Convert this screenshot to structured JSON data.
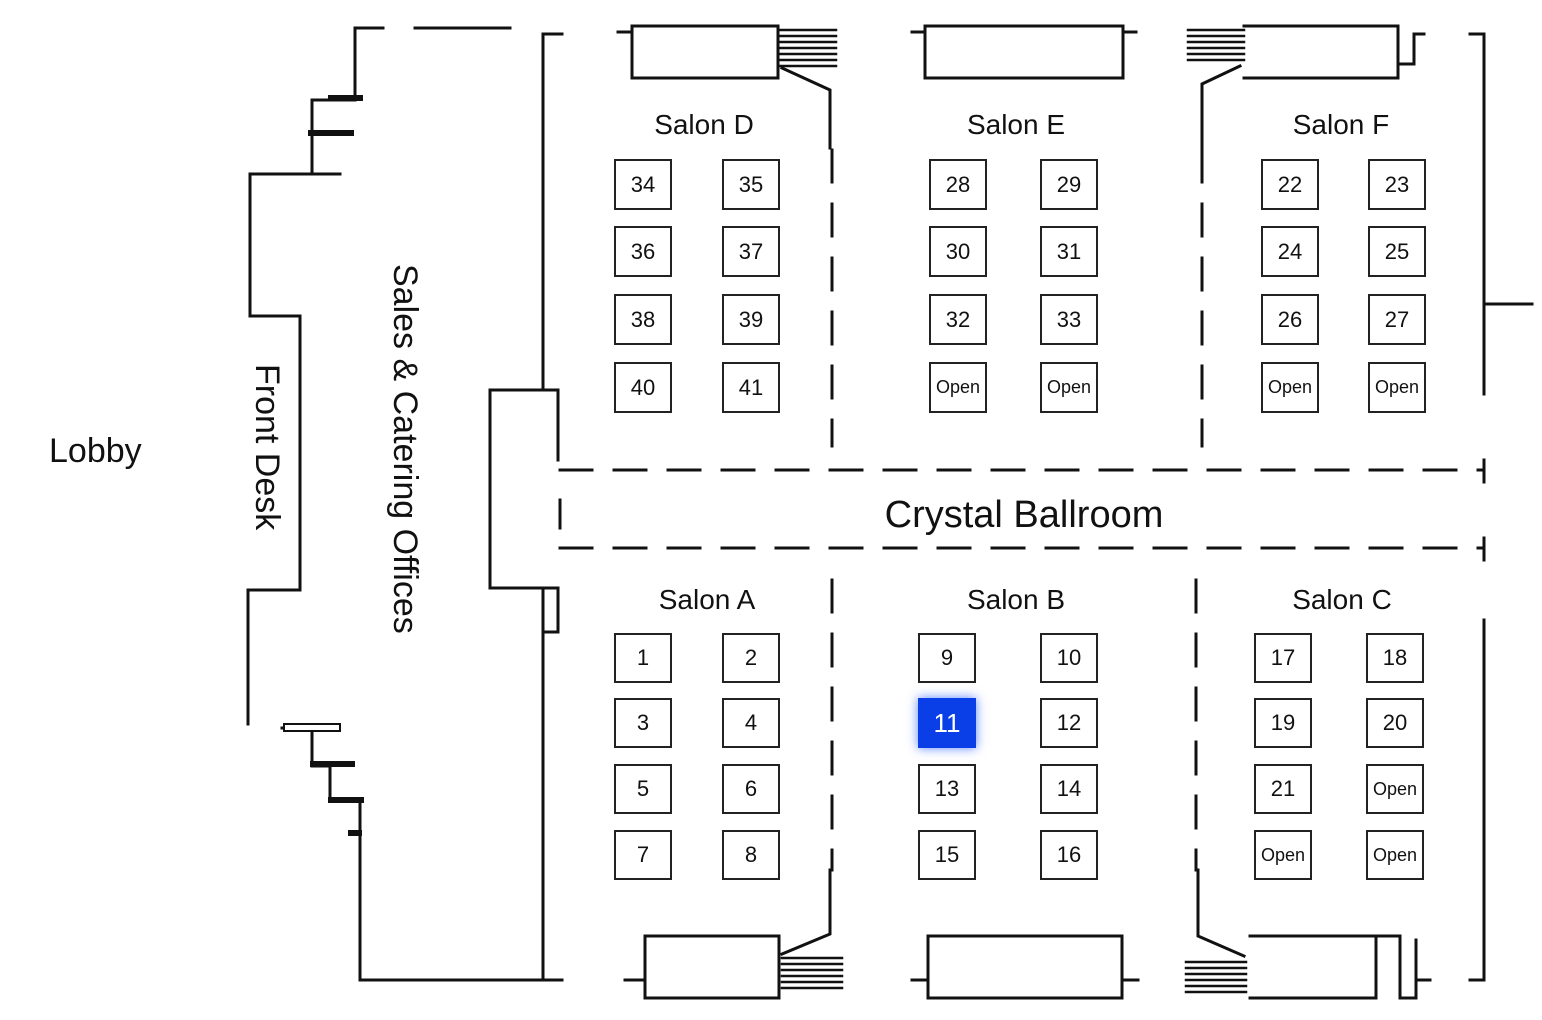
{
  "map": {
    "lobby_label": "Lobby",
    "front_desk_label": "Front Desk",
    "sales_label": "Sales & Catering Offices",
    "ballroom_label": "Crystal Ballroom",
    "selected_color": "#0a3fe8",
    "line_color": "#111111"
  },
  "salons": [
    {
      "id": "d",
      "name": "Salon D",
      "booths": [
        "34",
        "35",
        "36",
        "37",
        "38",
        "39",
        "40",
        "41"
      ]
    },
    {
      "id": "e",
      "name": "Salon E",
      "booths": [
        "28",
        "29",
        "30",
        "31",
        "32",
        "33",
        "Open",
        "Open"
      ]
    },
    {
      "id": "f",
      "name": "Salon F",
      "booths": [
        "22",
        "23",
        "24",
        "25",
        "26",
        "27",
        "Open",
        "Open"
      ]
    },
    {
      "id": "a",
      "name": "Salon A",
      "booths": [
        "1",
        "2",
        "3",
        "4",
        "5",
        "6",
        "7",
        "8"
      ]
    },
    {
      "id": "b",
      "name": "Salon B",
      "booths": [
        "9",
        "10",
        "11",
        "12",
        "13",
        "14",
        "15",
        "16"
      ]
    },
    {
      "id": "c",
      "name": "Salon C",
      "booths": [
        "17",
        "18",
        "19",
        "20",
        "21",
        "Open",
        "Open",
        "Open"
      ]
    }
  ],
  "selected_booth": "11"
}
